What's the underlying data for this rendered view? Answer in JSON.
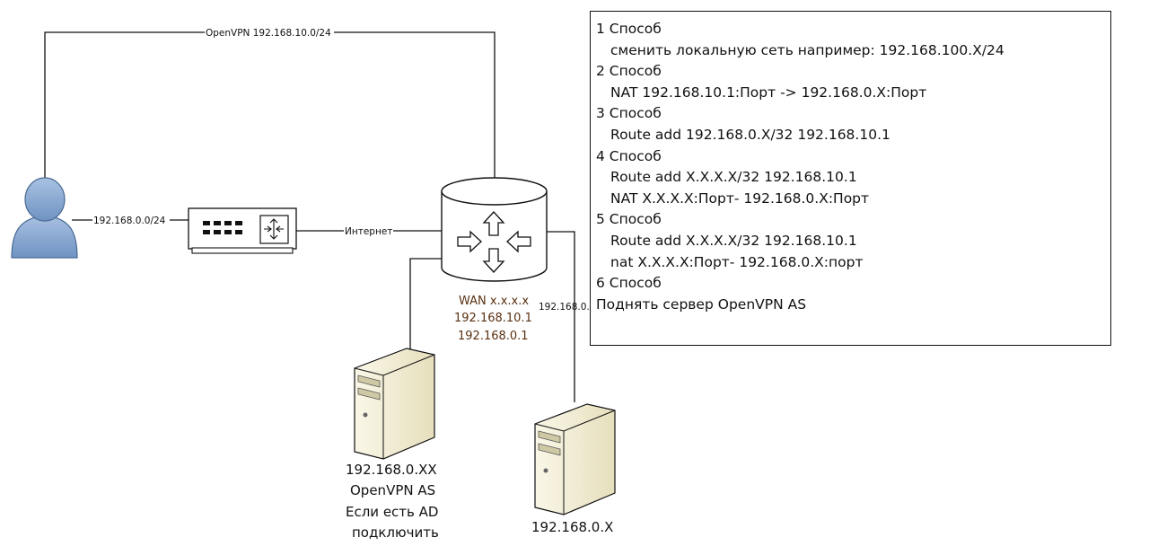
{
  "diagram": {
    "edges": {
      "openvpn_link": "OpenVPN 192.168.10.0/24",
      "user_lan": "192.168.0.0/24",
      "internet": "Интернет",
      "lan_right": "192.168.0."
    },
    "router": {
      "lines": [
        "WAN x.x.x.x",
        "192.168.10.1",
        "192.168.0.1"
      ]
    },
    "server_left": {
      "lines": [
        "192.168.0.XX",
        "OpenVPN AS",
        "Если есть AD",
        "подключить"
      ]
    },
    "server_right": {
      "lines": [
        "192.168.0.X"
      ]
    },
    "icons": {
      "user": "user-icon",
      "switch": "network-switch-icon",
      "router": "router-icon",
      "server": "server-icon"
    },
    "colors": {
      "user_body": "#7a9cc6",
      "router_label": "#5a3010",
      "server_body": "#f3eed6"
    }
  },
  "notes": {
    "items": [
      {
        "title": "1 Способ",
        "lines": [
          "сменить локальную сеть например: 192.168.100.X/24"
        ]
      },
      {
        "title": "2 Способ",
        "lines": [
          "NAT 192.168.10.1:Порт -> 192.168.0.X:Порт"
        ]
      },
      {
        "title": "3 Способ",
        "lines": [
          "Route add 192.168.0.X/32 192.168.10.1"
        ]
      },
      {
        "title": "4 Способ",
        "lines": [
          "Route add X.X.X.X/32 192.168.10.1",
          "NAT X.X.X.X:Порт- 192.168.0.X:Порт"
        ]
      },
      {
        "title": "5 Способ",
        "lines": [
          "Route add X.X.X.X/32 192.168.10.1",
          "nat X.X.X.X:Порт- 192.168.0.X:порт"
        ]
      },
      {
        "title": "6 Способ",
        "lines": []
      }
    ],
    "footer": "Поднять сервер OpenVPN AS"
  }
}
